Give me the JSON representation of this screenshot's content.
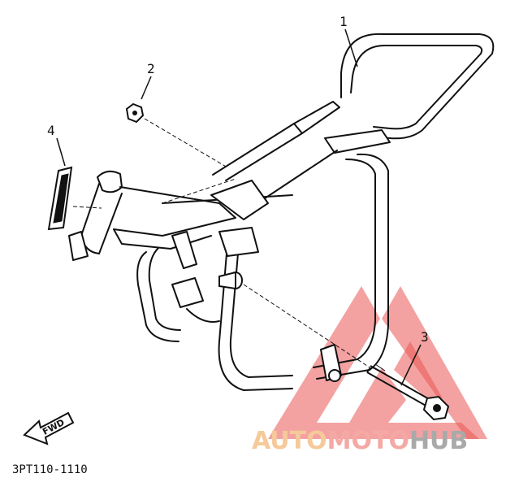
{
  "diagram": {
    "callouts": [
      {
        "id": "1",
        "label": "1"
      },
      {
        "id": "2",
        "label": "2"
      },
      {
        "id": "3",
        "label": "3"
      },
      {
        "id": "4",
        "label": "4"
      }
    ],
    "arrow_label": "FWD",
    "part_code": "3PT110-1110"
  },
  "watermark": {
    "part1": "AUTO",
    "part2": "MOTO",
    "part3": "HUB",
    "colors": {
      "auto": "#f6c99a",
      "moto": "#f4a9a4",
      "hub": "#a9a9a9",
      "triangle": "#e53935"
    }
  }
}
